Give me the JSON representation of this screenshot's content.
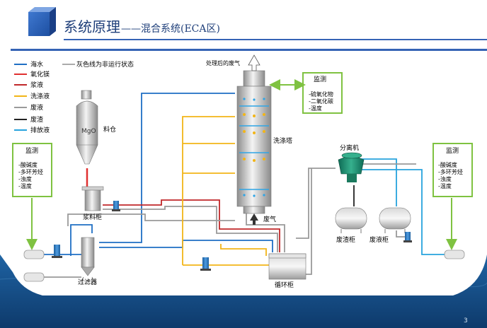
{
  "slide": {
    "title_main": "系统原理",
    "title_sub": "——混合系统(ECA区)",
    "page_number": "3"
  },
  "legend": {
    "items": [
      {
        "label": "海水",
        "color": "#1f6fc4"
      },
      {
        "label": "氧化镁",
        "color": "#e03030"
      },
      {
        "label": "浆液",
        "color": "#c0282a"
      },
      {
        "label": "洗涤液",
        "color": "#f2b518"
      },
      {
        "label": "废液",
        "color": "#9a9a9a"
      },
      {
        "label": "废渣",
        "color": "#222222"
      },
      {
        "label": "排放液",
        "color": "#27a3dd"
      }
    ],
    "note": "灰色线为非运行状态"
  },
  "labels": {
    "feed_bin": "料仓",
    "mgo": "MgO",
    "slurry_tank": "浆料柜",
    "filter": "过滤器",
    "scrubber": "洗涤塔",
    "treated_gas": "处理后的废气",
    "exhaust_in": "废气",
    "circulation_tank": "循环柜",
    "separator": "分离机",
    "sludge_tank": "废渣柜",
    "waste_liquid_tank": "废液柜"
  },
  "monitors": {
    "top": {
      "title": "监测",
      "lines": [
        "-硫氧化物",
        "-二氧化碳",
        "-温度"
      ]
    },
    "left": {
      "title": "监测",
      "lines": [
        "-酸碱度",
        "-多环芳烃",
        "-浊度",
        "-温度"
      ]
    },
    "right": {
      "title": "监测",
      "lines": [
        "-酸碱度",
        "-多环芳烃",
        "-浊度",
        "-温度"
      ]
    }
  },
  "colors": {
    "title_blue": "#1f3f7a",
    "accent_blue": "#3563b5",
    "monitor_green": "#7fc241",
    "seawater": "#1f6fc4",
    "discharge": "#27a3dd",
    "wash": "#f2b518",
    "slurry": "#c0282a",
    "waste_gray": "#9a9a9a",
    "sludge_black": "#222222"
  }
}
